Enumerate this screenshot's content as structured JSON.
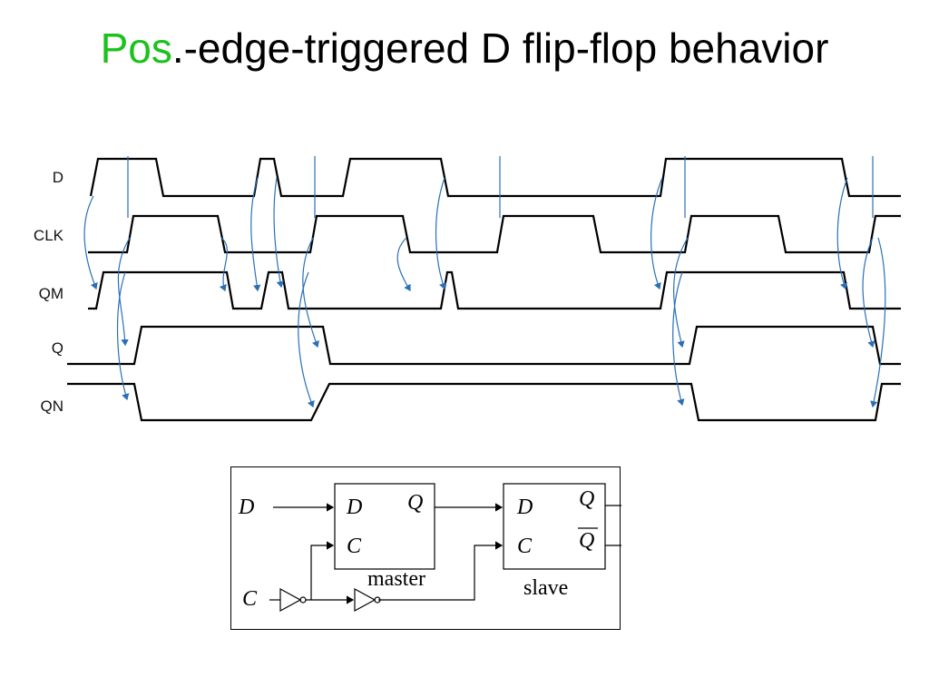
{
  "title": {
    "accent": "Pos",
    "rest": ".-edge-triggered D flip-flop behavior"
  },
  "colors": {
    "accent": "#1cc21c",
    "waveform": "#000000",
    "arrow": "#2a6fb7"
  },
  "timing": {
    "signals": [
      {
        "name": "D",
        "label": "D"
      },
      {
        "name": "CLK",
        "label": "CLK"
      },
      {
        "name": "QM",
        "label": "QM"
      },
      {
        "name": "Q",
        "label": "Q"
      },
      {
        "name": "QN",
        "label": "QN"
      }
    ]
  },
  "circuit": {
    "input_d": "D",
    "input_c": "C",
    "master": {
      "d": "D",
      "c": "C",
      "q": "Q",
      "caption": "master"
    },
    "slave": {
      "d": "D",
      "c": "C",
      "q": "Q",
      "qbar": "Q",
      "caption": "slave"
    }
  }
}
